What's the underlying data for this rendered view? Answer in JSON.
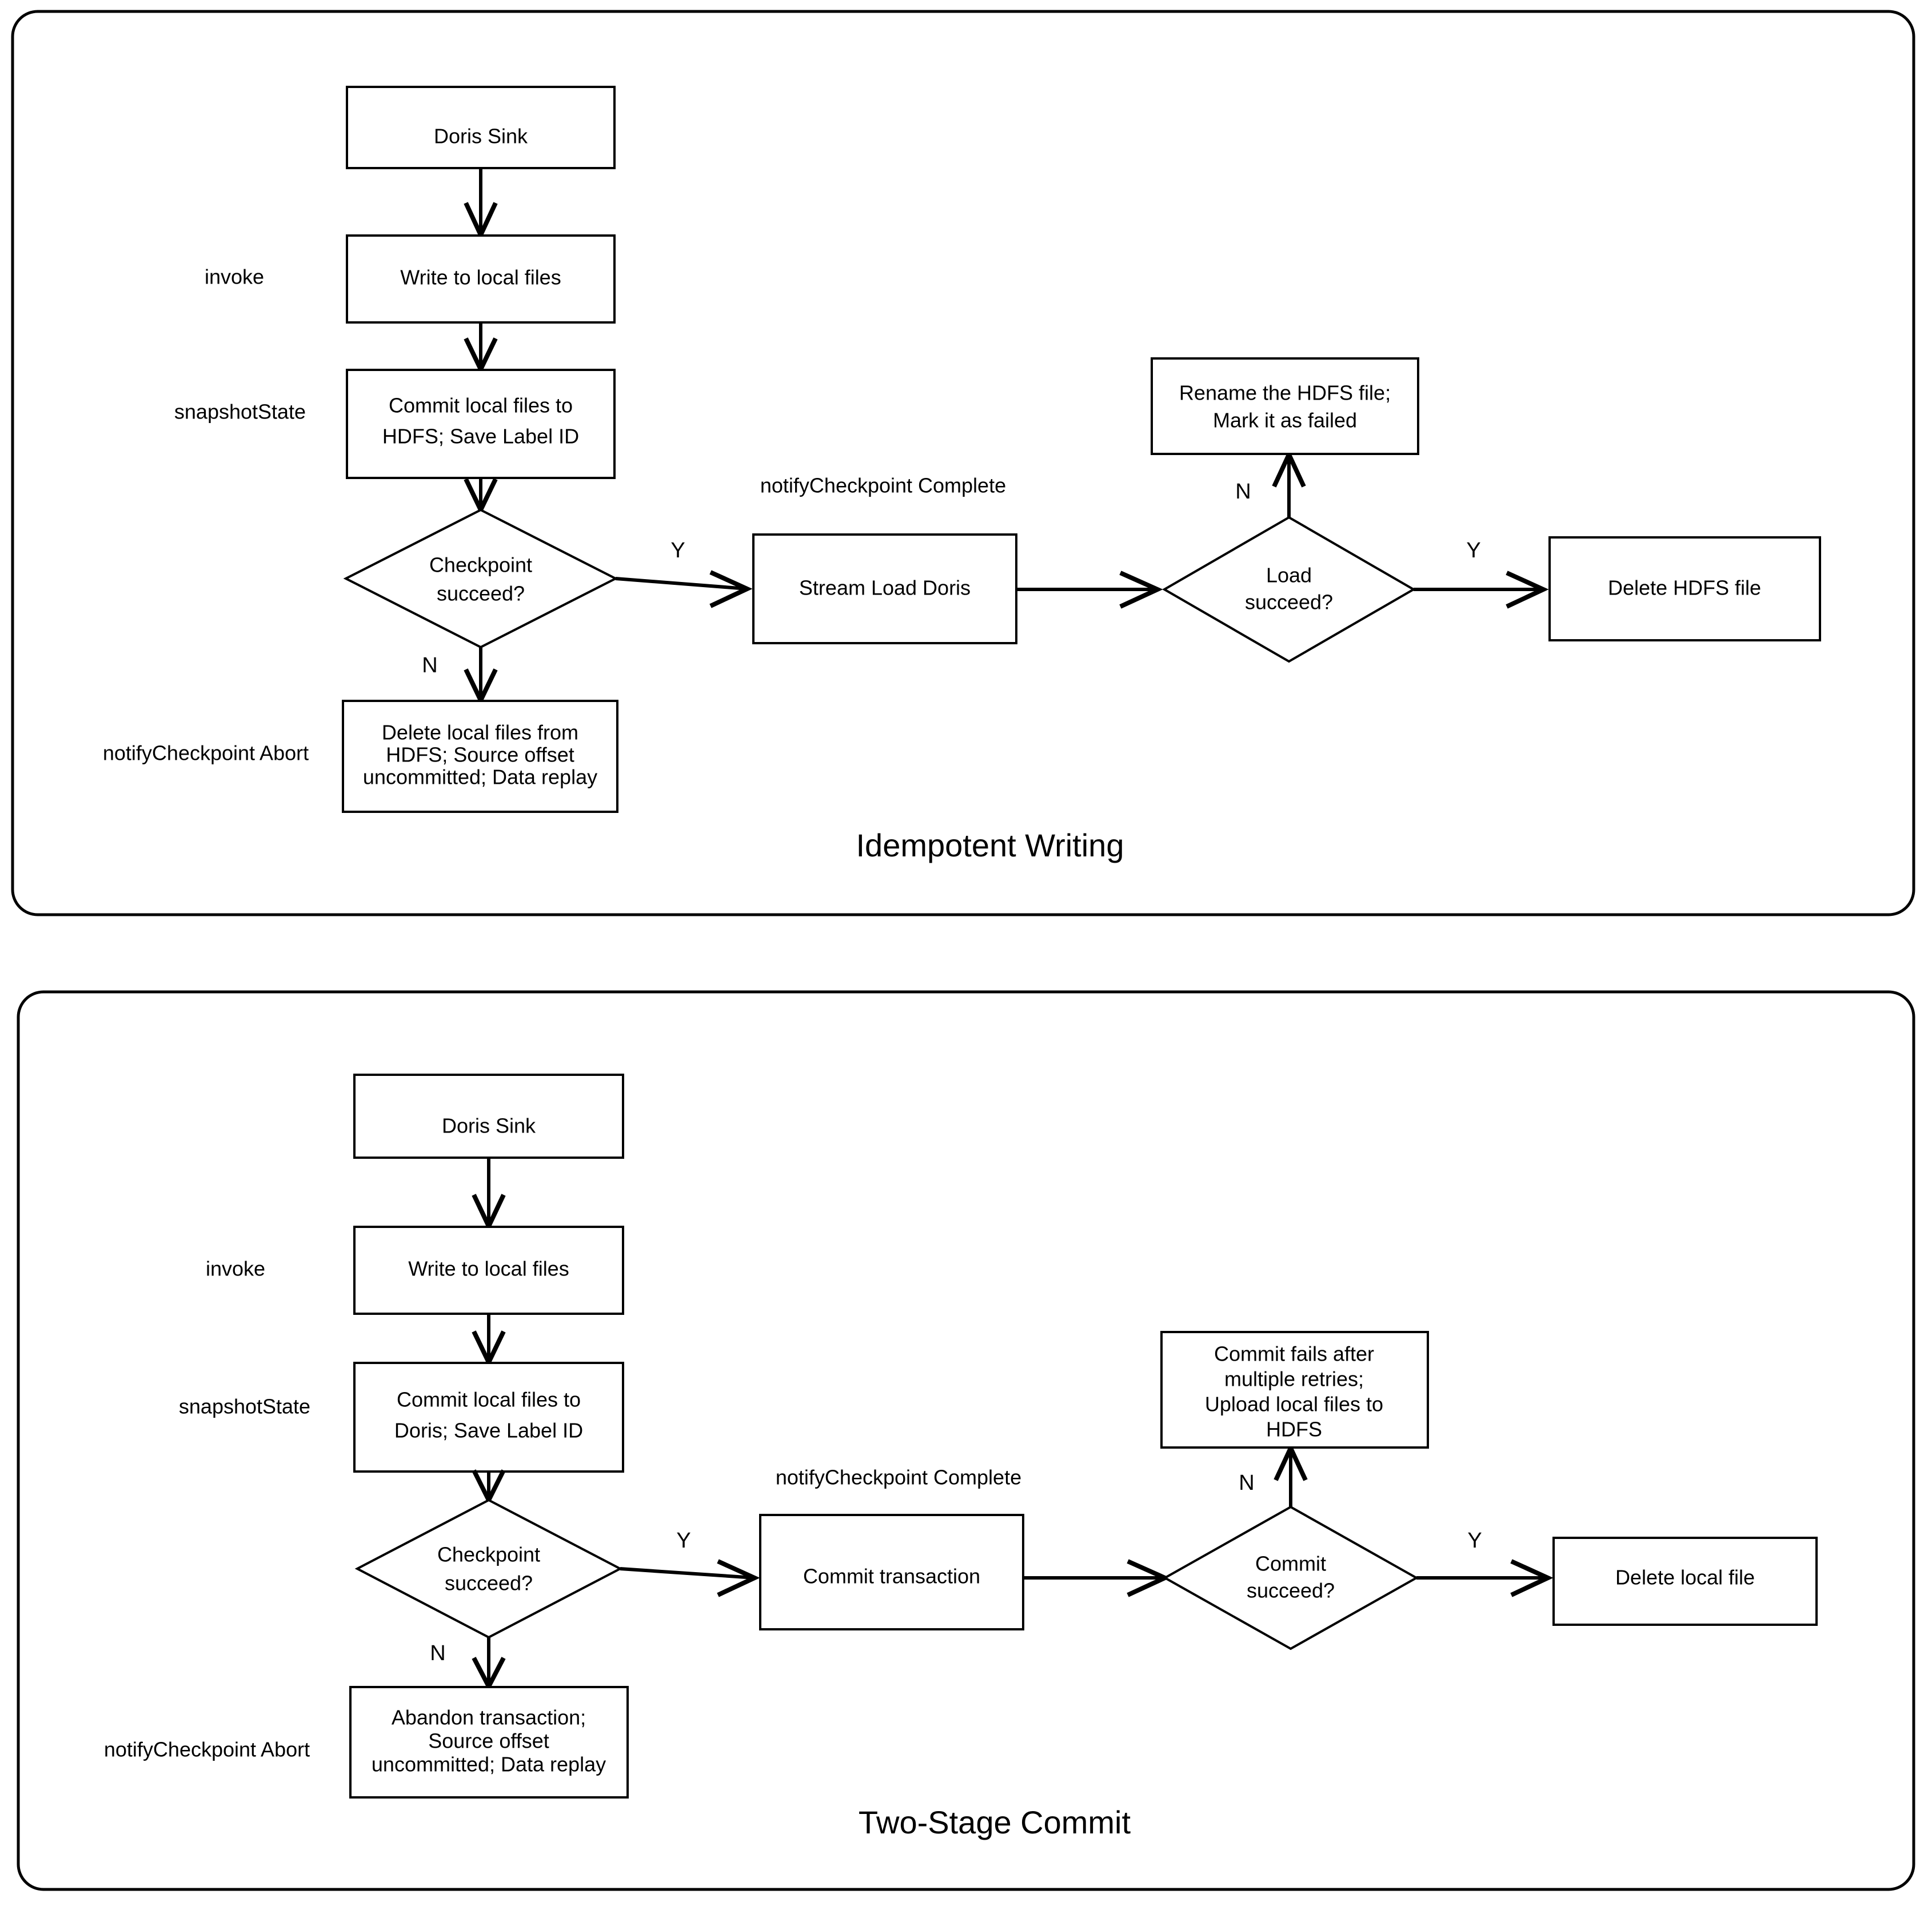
{
  "panels": [
    {
      "id": "idempotent-writing",
      "title": "Idempotent Writing",
      "side_labels": [
        {
          "id": "invoke",
          "text": "invoke"
        },
        {
          "id": "snapshotState",
          "text": "snapshotState"
        },
        {
          "id": "notifyCheckpointAbort",
          "text": "notifyCheckpoint Abort"
        },
        {
          "id": "notifyCheckpointComplete",
          "text": "notifyCheckpoint Complete"
        }
      ],
      "nodes": [
        {
          "id": "doris-sink",
          "shape": "box",
          "lines": [
            "Doris Sink"
          ]
        },
        {
          "id": "write-local",
          "shape": "box",
          "lines": [
            "Write to local files"
          ]
        },
        {
          "id": "commit-hdfs",
          "shape": "box",
          "lines": [
            "Commit local files to",
            "HDFS; Save Label ID"
          ]
        },
        {
          "id": "checkpoint-succeed",
          "shape": "diamond",
          "lines": [
            "Checkpoint",
            "succeed?"
          ]
        },
        {
          "id": "delete-local-files",
          "shape": "box",
          "lines": [
            "Delete local files from",
            "HDFS; Source offset",
            "uncommitted; Data replay"
          ]
        },
        {
          "id": "stream-load-doris",
          "shape": "box",
          "lines": [
            "Stream Load Doris"
          ]
        },
        {
          "id": "load-succeed",
          "shape": "diamond",
          "lines": [
            "Load",
            "succeed?"
          ]
        },
        {
          "id": "rename-hdfs",
          "shape": "box",
          "lines": [
            "Rename the HDFS file;",
            "Mark it as failed"
          ]
        },
        {
          "id": "delete-hdfs-file",
          "shape": "box",
          "lines": [
            "Delete HDFS file"
          ]
        }
      ],
      "edge_labels": [
        {
          "id": "checkpoint-yes",
          "text": "Y"
        },
        {
          "id": "checkpoint-no",
          "text": "N"
        },
        {
          "id": "load-no",
          "text": "N"
        },
        {
          "id": "load-yes",
          "text": "Y"
        }
      ]
    },
    {
      "id": "two-stage-commit",
      "title": "Two-Stage Commit",
      "side_labels": [
        {
          "id": "invoke",
          "text": "invoke"
        },
        {
          "id": "snapshotState",
          "text": "snapshotState"
        },
        {
          "id": "notifyCheckpointAbort",
          "text": "notifyCheckpoint Abort"
        },
        {
          "id": "notifyCheckpointComplete",
          "text": "notifyCheckpoint Complete"
        }
      ],
      "nodes": [
        {
          "id": "doris-sink",
          "shape": "box",
          "lines": [
            "Doris Sink"
          ]
        },
        {
          "id": "write-local",
          "shape": "box",
          "lines": [
            "Write to local files"
          ]
        },
        {
          "id": "commit-doris",
          "shape": "box",
          "lines": [
            "Commit local files to",
            "Doris; Save Label ID"
          ]
        },
        {
          "id": "checkpoint-succeed",
          "shape": "diamond",
          "lines": [
            "Checkpoint",
            "succeed?"
          ]
        },
        {
          "id": "abandon-transaction",
          "shape": "box",
          "lines": [
            "Abandon transaction;",
            "Source offset",
            "uncommitted; Data replay"
          ]
        },
        {
          "id": "commit-transaction",
          "shape": "box",
          "lines": [
            "Commit transaction"
          ]
        },
        {
          "id": "commit-succeed",
          "shape": "diamond",
          "lines": [
            "Commit",
            "succeed?"
          ]
        },
        {
          "id": "commit-fails",
          "shape": "box",
          "lines": [
            "Commit fails after",
            "multiple retries;",
            "Upload local files to",
            "HDFS"
          ]
        },
        {
          "id": "delete-local-file",
          "shape": "box",
          "lines": [
            "Delete local file"
          ]
        }
      ],
      "edge_labels": [
        {
          "id": "checkpoint-yes",
          "text": "Y"
        },
        {
          "id": "checkpoint-no",
          "text": "N"
        },
        {
          "id": "commit-no",
          "text": "N"
        },
        {
          "id": "commit-yes",
          "text": "Y"
        }
      ]
    }
  ],
  "colors": {
    "stroke": "#000000",
    "fill": "#ffffff",
    "text": "#000000"
  }
}
